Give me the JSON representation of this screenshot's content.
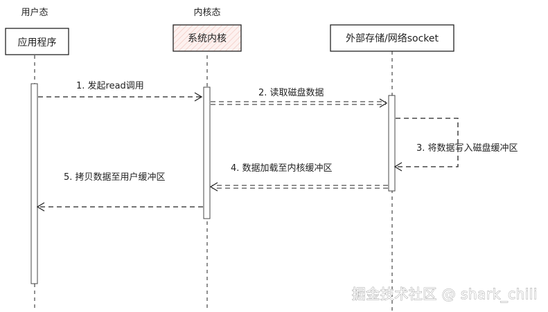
{
  "zones": {
    "user_space": "用户态",
    "kernel_space": "内核态"
  },
  "participants": {
    "app": "应用程序",
    "kernel": "系统内核",
    "storage": "外部存储/网络socket"
  },
  "messages": {
    "m1": "1. 发起read调用",
    "m2": "2. 读取磁盘数据",
    "m3": "3. 将数据写入磁盘缓冲区",
    "m4": "4. 数据加载至内核缓冲区",
    "m5": "5. 拷贝数据至用户缓冲区"
  },
  "watermark": "掘金技术社区 @ shark_chili",
  "colors": {
    "line": "#222222",
    "kernel_fill": "#fbe9e7",
    "box_fill": "#ffffff"
  }
}
